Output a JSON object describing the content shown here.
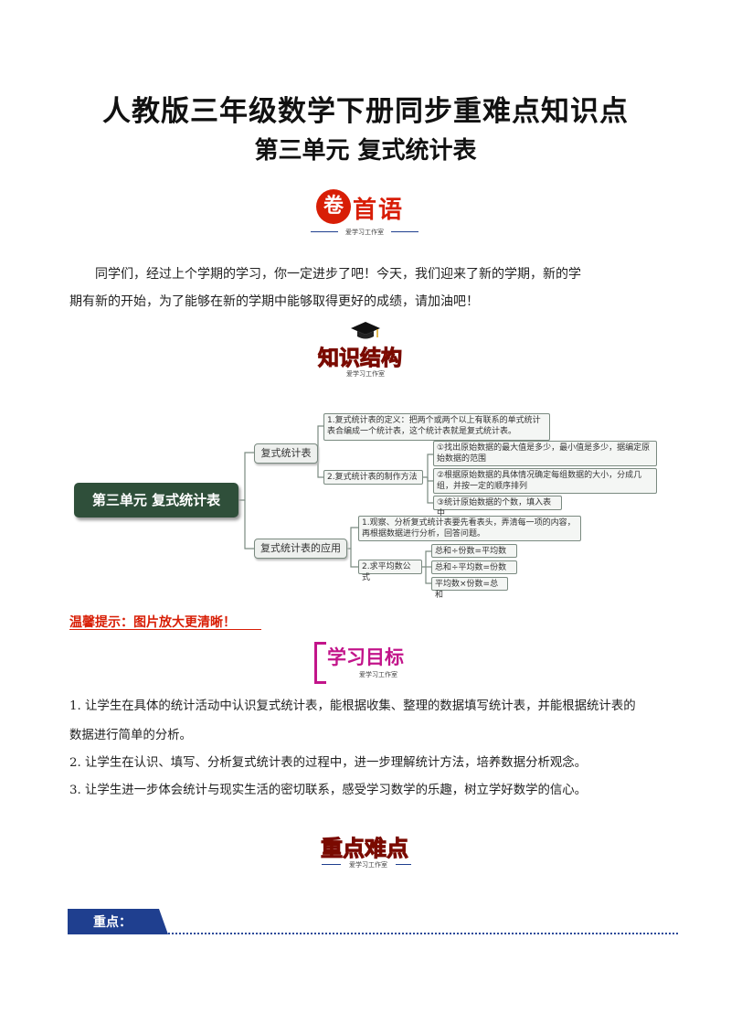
{
  "header": {
    "title": "人教版三年级数学下册同步重难点知识点",
    "subtitle": "第三单元  复式统计表"
  },
  "badges": {
    "juan": {
      "circle_char": "卷",
      "text": "首语",
      "sub": "爱学习工作室"
    },
    "zhishi": {
      "text": "知识结构",
      "sub": "爱学习工作室",
      "icon": "graduation-cap-icon"
    },
    "xuexi": {
      "text": "学习目标",
      "sub": "爱学习工作室"
    },
    "zhongdian": {
      "text": "重点难点",
      "sub": "爱学习工作室"
    }
  },
  "intro": {
    "line1": "同学们，经过上个学期的学习，你一定进步了吧！今天，我们迎来了新的学期，新的学",
    "line2": "期有新的开始，为了能够在新的学期中能够取得更好的成绩，请加油吧！"
  },
  "mindmap": {
    "root": "第三单元 复式统计表",
    "branch1": "复式统计表",
    "b1_item1": "1.复式统计表的定义：把两个或两个以上有联系的单式统计表合编成一个统计表，这个统计表就是复式统计表。",
    "b1_item2": "2.复式统计表的制作方法",
    "b1_sub1": "①找出原始数据的最大值是多少，最小值是多少，据编定原始数据的范围",
    "b1_sub2": "②根据原始数据的具体情况确定每组数据的大小，分成几组，并按一定的顺序排列",
    "b1_sub3": "③统计原始数据的个数，填入表中",
    "branch2": "复式统计表的应用",
    "b2_item1": "1.观察、分析复式统计表要先看表头，弄清每一项的内容，再根据数据进行分析，回答问题。",
    "b2_item2": "2.求平均数公式",
    "b2_sub1": "总和÷份数=平均数",
    "b2_sub2": "总和÷平均数=份数",
    "b2_sub3": "平均数×份数=总和"
  },
  "tip": "温馨提示：图片放大更清晰！",
  "goals": [
    "1. 让学生在具体的统计活动中认识复式统计表，能根据收集、整理的数据填写统计表，并能根据统计表的",
    "数据进行简单的分析。",
    "2. 让学生在认识、填写、分析复式统计表的过程中，进一步理解统计方法，培养数据分析观念。",
    "3. 让学生进一步体会统计与现实生活的密切联系，感受学习数学的乐趣，树立学好数学的信心。"
  ],
  "section": {
    "label": "重点："
  },
  "colors": {
    "red": "#d81e06",
    "navy": "#1f3f8f",
    "mindmap_root": "#2f4f3a",
    "magenta": "#c2148a"
  }
}
